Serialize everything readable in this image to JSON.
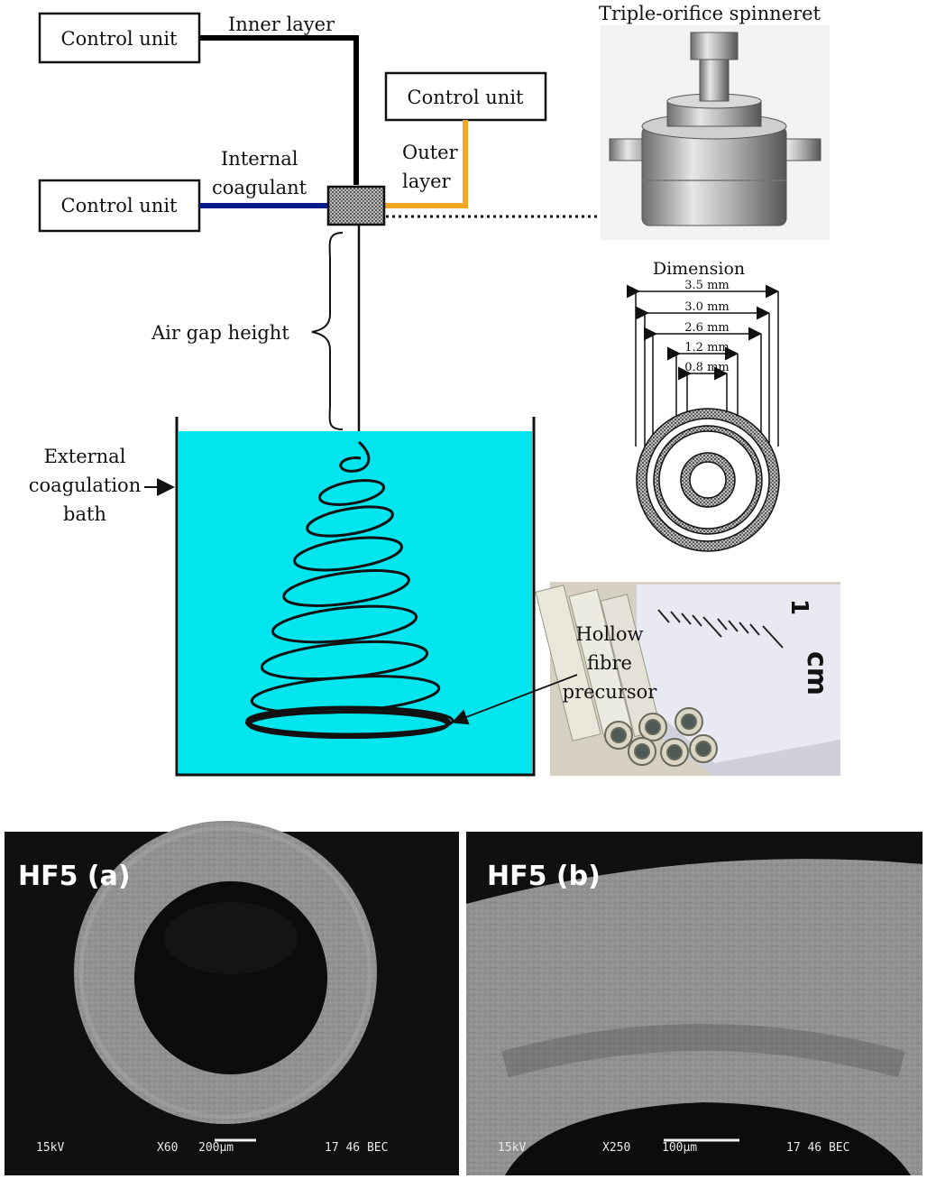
{
  "schematic": {
    "control_unit_inner": "Control unit",
    "control_unit_outer": "Control unit",
    "control_unit_coagulant": "Control unit",
    "inner_layer_label": "Inner layer",
    "outer_layer_label_1": "Outer",
    "outer_layer_label_2": "layer",
    "internal_coagulant_label_1": "Internal",
    "internal_coagulant_label_2": "coagulant",
    "air_gap_label": "Air gap height",
    "bath_label_1": "External",
    "bath_label_2": "coagulation",
    "bath_label_3": "bath",
    "spinneret_title": "Triple-orifice spinneret",
    "dimension_title": "Dimension",
    "dimensions": [
      "3.5 mm",
      "3.0 mm",
      "2.6 mm",
      "1.2 mm",
      "0.8 mm"
    ],
    "precursor_label_1": "Hollow",
    "precursor_label_2": "fibre",
    "precursor_label_3": "precursor",
    "ruler_mark": "1",
    "ruler_unit": "cm"
  },
  "sem": {
    "a": {
      "title": "HF5 (a)",
      "kv": "15kV",
      "mag": "X60",
      "scale": "200µm",
      "code": "17 46 BEC"
    },
    "b": {
      "title": "HF5 (b)",
      "kv": "15kV",
      "mag": "X250",
      "scale": "100µm",
      "code": "17 46 BEC"
    }
  },
  "colors": {
    "bath": "#00e5ee",
    "coagulant_line": "#0a1a8a",
    "outer_line": "#f5a623",
    "sem_bg": "#101010"
  }
}
